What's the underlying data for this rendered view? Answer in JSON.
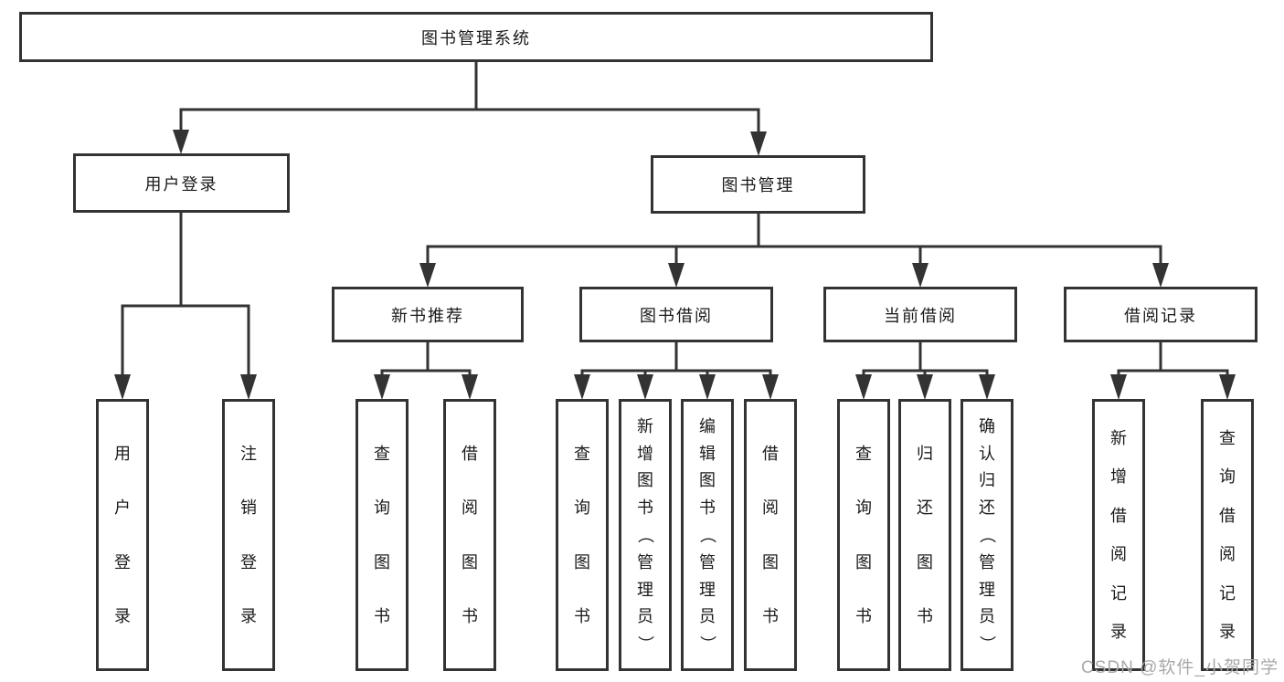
{
  "root": {
    "label": "图书管理系统"
  },
  "level2": [
    {
      "label": "用户登录"
    },
    {
      "label": "图书管理"
    }
  ],
  "level3": [
    {
      "label": "新书推荐"
    },
    {
      "label": "图书借阅"
    },
    {
      "label": "当前借阅"
    },
    {
      "label": "借阅记录"
    }
  ],
  "leafGroups": [
    {
      "parent": "用户登录",
      "leaves": [
        "用户登录",
        "注销登录"
      ]
    },
    {
      "parent": "新书推荐",
      "leaves": [
        "查询图书",
        "借阅图书"
      ]
    },
    {
      "parent": "图书借阅",
      "leaves": [
        "查询图书",
        "新增图书（管理员）",
        "编辑图书（管理员）",
        "借阅图书"
      ]
    },
    {
      "parent": "当前借阅",
      "leaves": [
        "查询图书",
        "归还图书",
        "确认归还（管理员）"
      ]
    },
    {
      "parent": "借阅记录",
      "leaves": [
        "新增借阅记录",
        "查询借阅记录"
      ]
    }
  ],
  "watermark": {
    "text": "CSDN @软件_小贺同学"
  },
  "colors": {
    "line": "#333333",
    "text": "#1a1a1a",
    "background": "#ffffff",
    "watermark": "#a9a9a9"
  }
}
